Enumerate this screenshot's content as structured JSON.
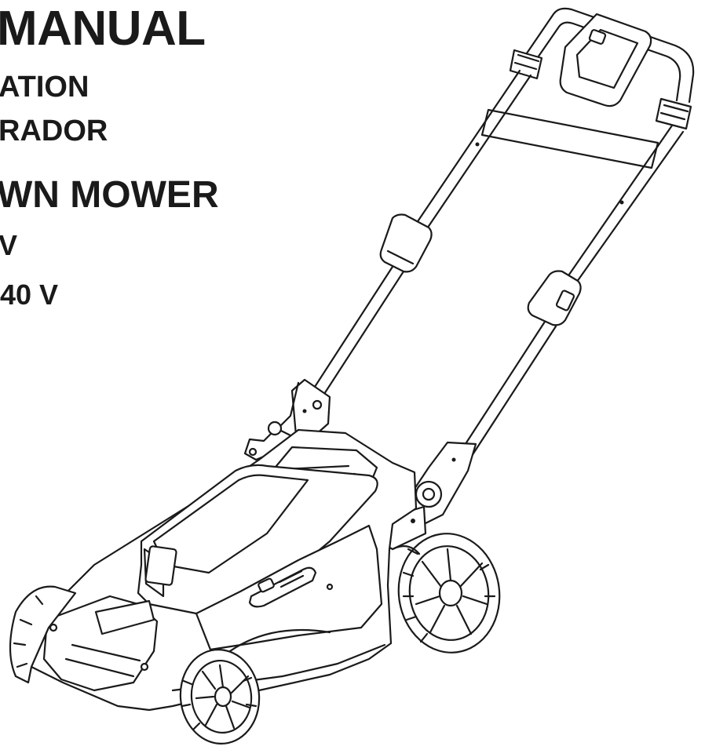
{
  "cover": {
    "line1": "MANUAL",
    "line2": "ATION",
    "line3": "RADOR",
    "line4": "WN MOWER",
    "line5": "V",
    "line6": "40 V"
  },
  "illustration": {
    "subject": "lawn-mower-line-drawing",
    "stroke_color": "#1a1a1a",
    "background": "#ffffff"
  }
}
